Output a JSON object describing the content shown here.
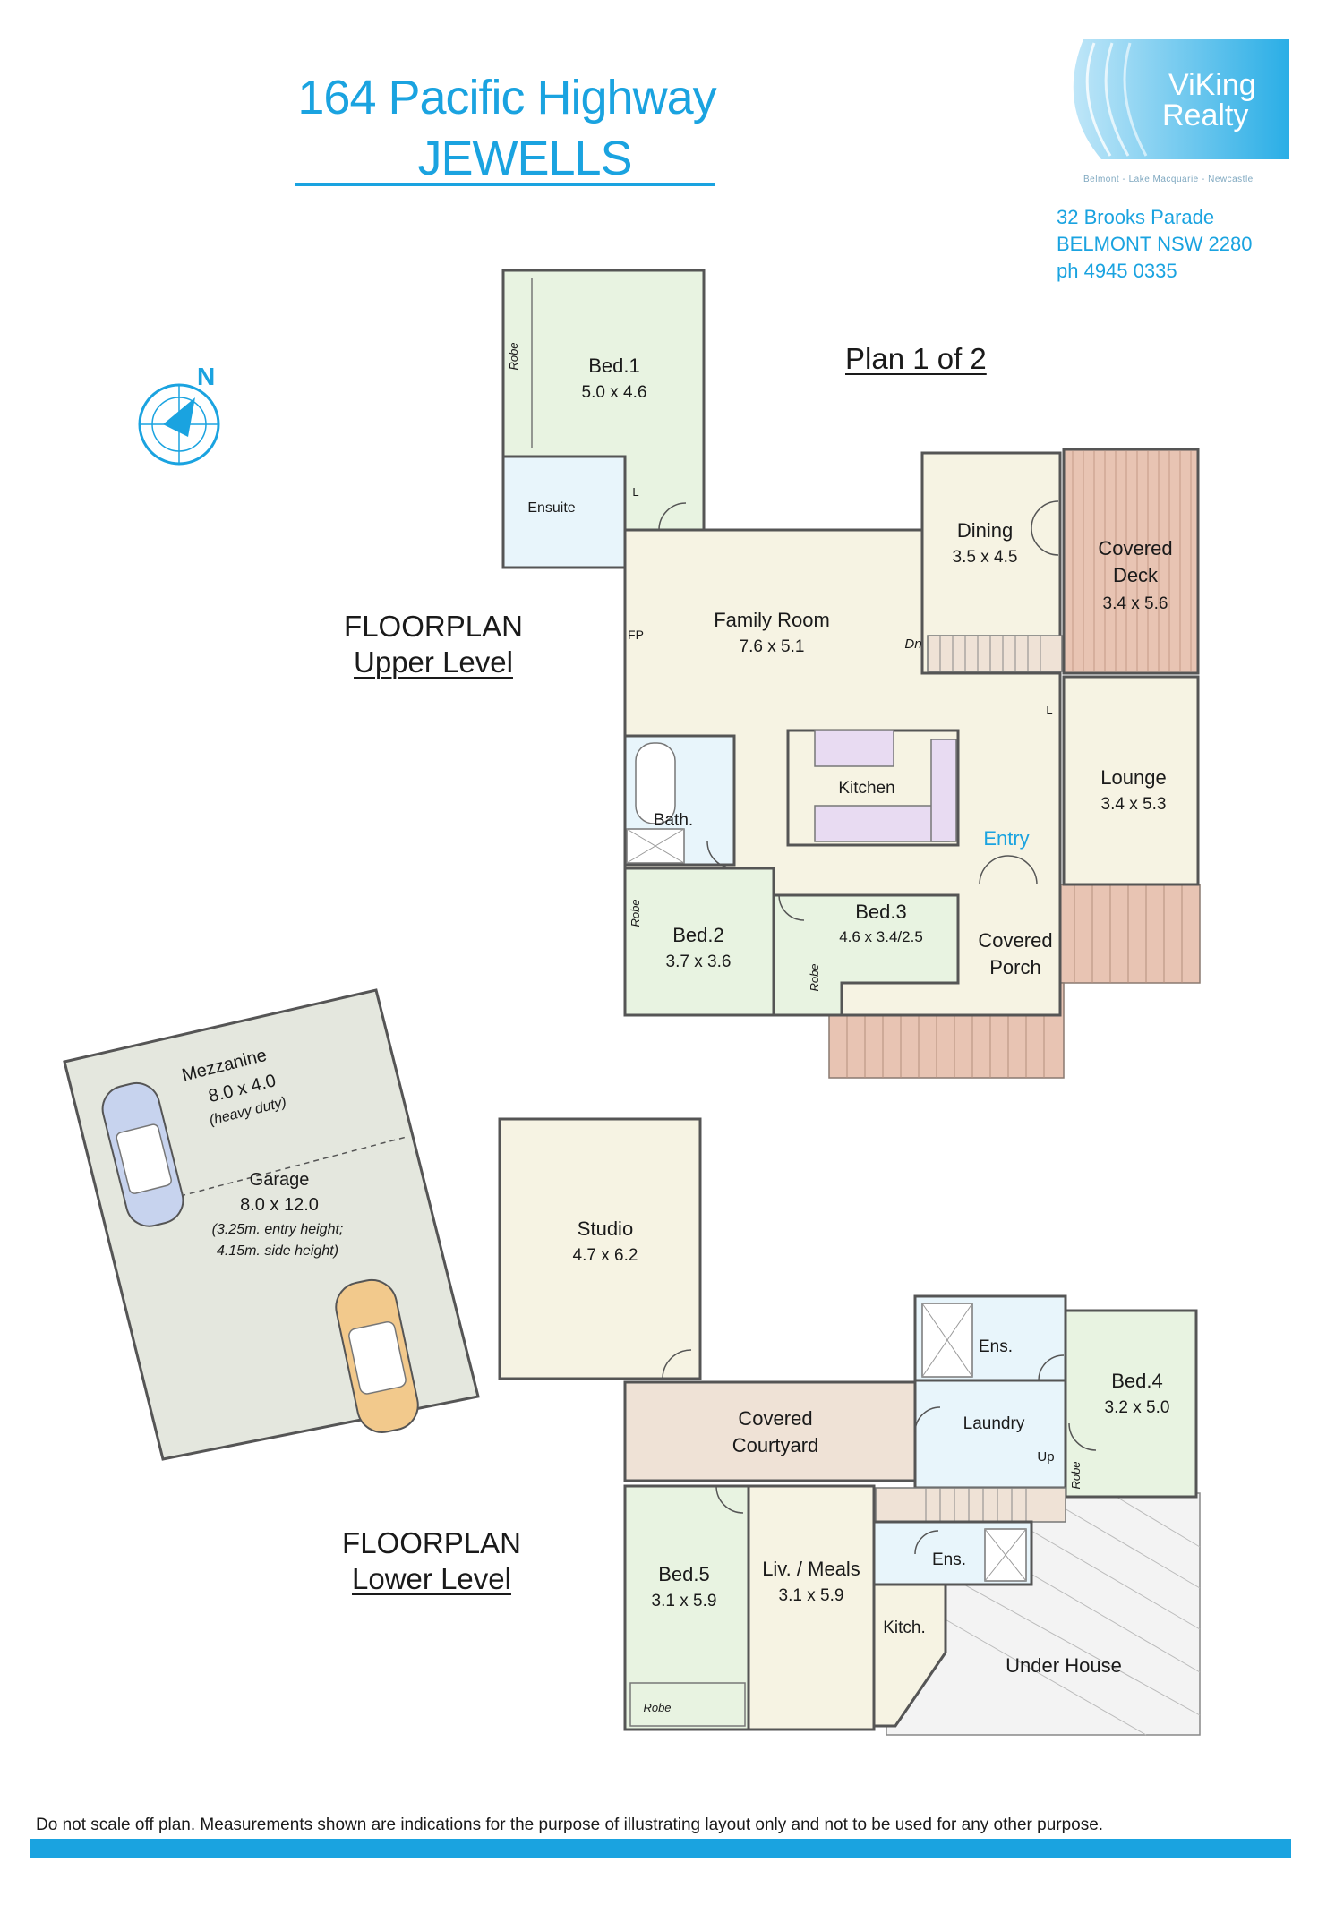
{
  "title": {
    "line1": "164 Pacific Highway",
    "line2": "JEWELLS"
  },
  "agency": {
    "name_line1": "ViKing",
    "name_line2": "Realty",
    "tagline": "Belmont - Lake Macquarie - Newcastle",
    "address_line1": "32 Brooks Parade",
    "address_line2": "BELMONT NSW 2280",
    "phone": "ph 4945 0335"
  },
  "plan_number": "Plan 1 of 2",
  "north_label": "N",
  "upper_heading": {
    "line1": "FLOORPLAN",
    "line2": "Upper Level"
  },
  "lower_heading": {
    "line1": "FLOORPLAN",
    "line2": "Lower Level"
  },
  "upper_rooms": {
    "bed1": {
      "name": "Bed.1",
      "size": "5.0 x 4.6"
    },
    "ensuite": {
      "name": "Ensuite"
    },
    "dining": {
      "name": "Dining",
      "size": "3.5 x 4.5"
    },
    "covered_deck": {
      "name1": "Covered",
      "name2": "Deck",
      "size": "3.4 x 5.6"
    },
    "family_room": {
      "name": "Family Room",
      "size": "7.6 x 5.1"
    },
    "kitchen": {
      "name": "Kitchen"
    },
    "bath": {
      "name": "Bath."
    },
    "lounge": {
      "name": "Lounge",
      "size": "3.4 x 5.3"
    },
    "entry": {
      "name": "Entry"
    },
    "bed2": {
      "name": "Bed.2",
      "size": "3.7 x 3.6"
    },
    "bed3": {
      "name": "Bed.3",
      "size": "4.6 x 3.4/2.5"
    },
    "covered_porch": {
      "name1": "Covered",
      "name2": "Porch"
    }
  },
  "garage": {
    "mezzanine": "Mezzanine",
    "mezzanine_size": "8.0 x 4.0",
    "mezzanine_note": "(heavy duty)",
    "name": "Garage",
    "size": "8.0 x 12.0",
    "note1": "(3.25m. entry height;",
    "note2": "4.15m. side height)"
  },
  "lower_rooms": {
    "studio": {
      "name": "Studio",
      "size": "4.7 x 6.2"
    },
    "ens_top": {
      "name": "Ens."
    },
    "bed4": {
      "name": "Bed.4",
      "size": "3.2 x 5.0"
    },
    "covered_courtyard": {
      "name1": "Covered",
      "name2": "Courtyard"
    },
    "laundry": {
      "name": "Laundry"
    },
    "bed5": {
      "name": "Bed.5",
      "size": "3.1 x 5.9"
    },
    "liv_meals": {
      "name": "Liv. / Meals",
      "size": "3.1 x 5.9"
    },
    "ens_bottom": {
      "name": "Ens."
    },
    "kitch": {
      "name": "Kitch."
    },
    "under_house": {
      "name": "Under House"
    }
  },
  "small_labels": {
    "robe": "Robe",
    "fp": "FP",
    "dn": "Dn",
    "up": "Up",
    "l": "L"
  },
  "disclaimer": "Do not scale off plan.  Measurements shown are indications for the purpose of illustrating layout only and not to be used for any other purpose.",
  "colors": {
    "brand_blue": "#1aa3e0",
    "bedroom_green": "#e8f3e1",
    "living_cream": "#f6f3e3",
    "wet_area_blue": "#e8f5fb",
    "deck_brown": "#e8c4b3",
    "courtyard_tan": "#efe2d6",
    "garage_grey": "#e4e7de"
  }
}
